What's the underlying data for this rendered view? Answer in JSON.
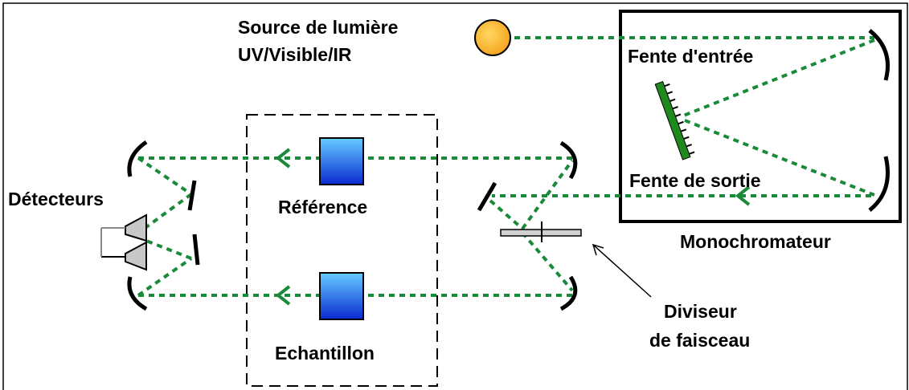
{
  "labels": {
    "source_line1": "Source de lumière",
    "source_line2": "UV/Visible/IR",
    "entry_slit": "Fente d'entrée",
    "exit_slit": "Fente de sortie",
    "monochromator": "Monochromateur",
    "detectors": "Détecteurs",
    "reference": "Référence",
    "sample": "Echantillon",
    "splitter_line1": "Diviseur",
    "splitter_line2": "de faisceau"
  },
  "colors": {
    "beam": "#1a8a3a",
    "grating": "#1e8a1e",
    "source_fill": "#f5a623",
    "cuvette_top": "#66ccff",
    "cuvette_bottom": "#0a2ad0",
    "frame": "#000000",
    "detector_fill": "#c8c8c8"
  }
}
